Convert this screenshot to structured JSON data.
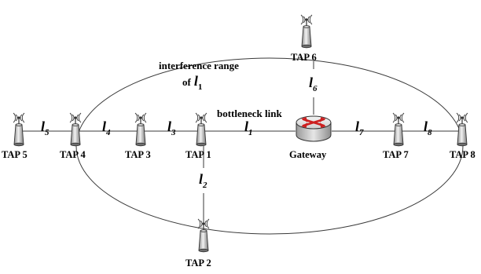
{
  "diagram": {
    "aps": [
      {
        "id": "tap1",
        "label": "TAP 1"
      },
      {
        "id": "tap2",
        "label": "TAP 2"
      },
      {
        "id": "tap3",
        "label": "TAP 3"
      },
      {
        "id": "tap4",
        "label": "TAP 4"
      },
      {
        "id": "tap5",
        "label": "TAP 5"
      },
      {
        "id": "tap6",
        "label": "TAP 6"
      },
      {
        "id": "tap7",
        "label": "TAP 7"
      },
      {
        "id": "tap8",
        "label": "TAP 8"
      }
    ],
    "gateway": {
      "label": "Gateway"
    },
    "links": [
      {
        "id": "l1",
        "base": "l",
        "sub": "1"
      },
      {
        "id": "l2",
        "base": "l",
        "sub": "2"
      },
      {
        "id": "l3",
        "base": "l",
        "sub": "3"
      },
      {
        "id": "l4",
        "base": "l",
        "sub": "4"
      },
      {
        "id": "l5",
        "base": "l",
        "sub": "5"
      },
      {
        "id": "l6",
        "base": "l",
        "sub": "6"
      },
      {
        "id": "l7",
        "base": "l",
        "sub": "7"
      },
      {
        "id": "l8",
        "base": "l",
        "sub": "8"
      }
    ],
    "annotations": {
      "interference_line1": "interference range",
      "interference_of": "of",
      "interference_link_base": "l",
      "interference_link_sub": "1",
      "bottleneck": "bottleneck link"
    }
  },
  "colors": {
    "line": "#3a3a3a",
    "ap_body": "#d8d8d8",
    "ap_outline": "#333333",
    "gateway_body": "#d6d6d6",
    "gateway_arrows": "#cc1f1f"
  },
  "icons": {
    "ap": "wireless-access-point-icon",
    "gateway": "router-icon"
  }
}
